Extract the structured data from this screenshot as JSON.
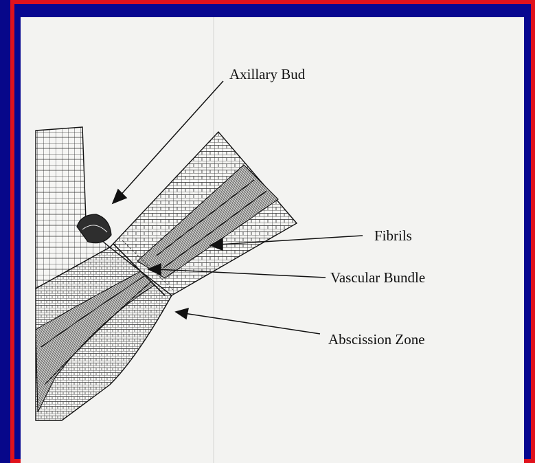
{
  "labels": {
    "axillary_bud": "Axillary Bud",
    "fibrils": "Fibrils",
    "vascular_bundle": "Vascular Bundle",
    "abscission_zone": "Abscission Zone"
  },
  "colors": {
    "background": "#07078a",
    "border": "#e0121c",
    "panel": "#f3f3f1",
    "ink": "#111111"
  }
}
